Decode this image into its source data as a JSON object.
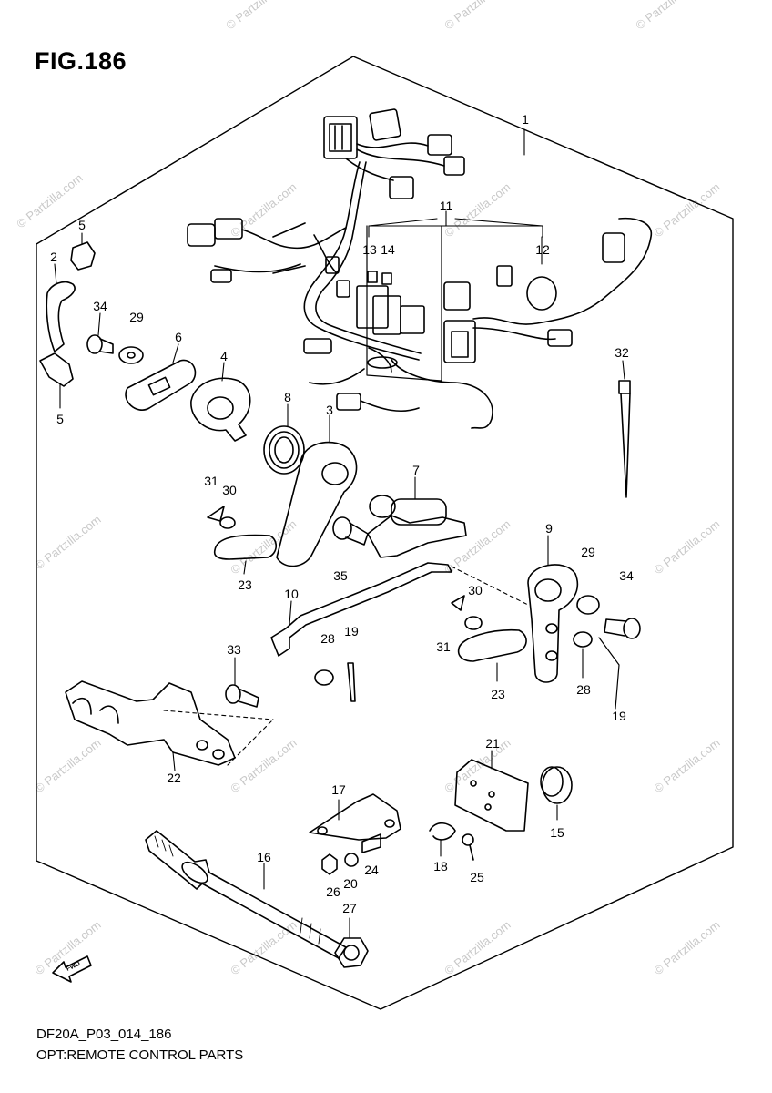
{
  "figure": {
    "title": "FIG.186",
    "code": "DF20A_P03_014_186",
    "name": "OPT:REMOTE CONTROL PARTS",
    "fwd_label": "FWD"
  },
  "watermark": "© Partzilla.com",
  "callouts": [
    "1",
    "2",
    "3",
    "4",
    "5",
    "5",
    "6",
    "7",
    "8",
    "9",
    "10",
    "11",
    "12",
    "13",
    "14",
    "15",
    "16",
    "17",
    "18",
    "19",
    "19",
    "20",
    "21",
    "22",
    "23",
    "23",
    "24",
    "25",
    "26",
    "27",
    "28",
    "28",
    "29",
    "29",
    "30",
    "30",
    "31",
    "31",
    "32",
    "33",
    "34",
    "34",
    "35"
  ]
}
